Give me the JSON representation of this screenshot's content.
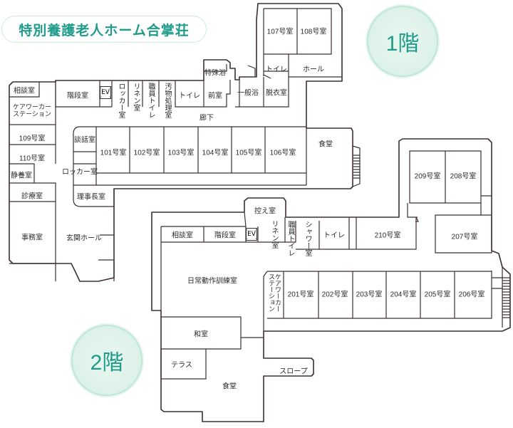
{
  "title": "特別養護老人ホーム合掌荘",
  "floors": {
    "first": {
      "badge": "1階",
      "rooms": {
        "consult": "相談室",
        "stairs": "階段室",
        "ev": "EV",
        "locker": "ロッカー室",
        "linen": "リネン室",
        "staff_toilet": "職員トイレ",
        "soiled": "汚物処理室",
        "toilet": "トイレ",
        "special_bath": "特殊浴",
        "anteroom": "前室",
        "general_bath": "一般浴",
        "r107": "107号室",
        "r108": "108号室",
        "toilet2": "トイレ",
        "hall": "ホール",
        "dressing": "脱衣室",
        "corridor": "廊下",
        "care_station": "ケアワーカーステーション",
        "r109": "109号室",
        "r110": "110号室",
        "rest": "静養室",
        "exam": "診療室",
        "office": "事務室",
        "lounge": "談話室",
        "locker2": "ロッカー室",
        "director": "理事長室",
        "entrance": "玄関ホール",
        "r101": "101号室",
        "r102": "102号室",
        "r103": "103号室",
        "r104": "104号室",
        "r105": "105号室",
        "r106": "106号室",
        "dining": "食堂"
      }
    },
    "second": {
      "badge": "2階",
      "rooms": {
        "waiting": "控え室",
        "consult": "相談室",
        "stairs": "階段室",
        "ev": "EV",
        "linen": "リネン室",
        "staff_toilet": "職員トイレ",
        "shower": "シャワー室",
        "toilet": "トイレ",
        "r210": "210号室",
        "r209": "209号室",
        "r208": "208号室",
        "r207": "207号室",
        "training": "日常動作訓練室",
        "care_station": "ケアワーカーステーション",
        "r201": "201号室",
        "r202": "202号室",
        "r203": "203号室",
        "r204": "204号室",
        "r205": "205号室",
        "r206": "206号室",
        "japanese": "和室",
        "terrace": "テラス",
        "slope": "スロープ",
        "dining": "食堂"
      }
    }
  },
  "colors": {
    "accent": "#1e9c89",
    "wall": "#3a3030",
    "badge_bg": "#dff2ea"
  }
}
